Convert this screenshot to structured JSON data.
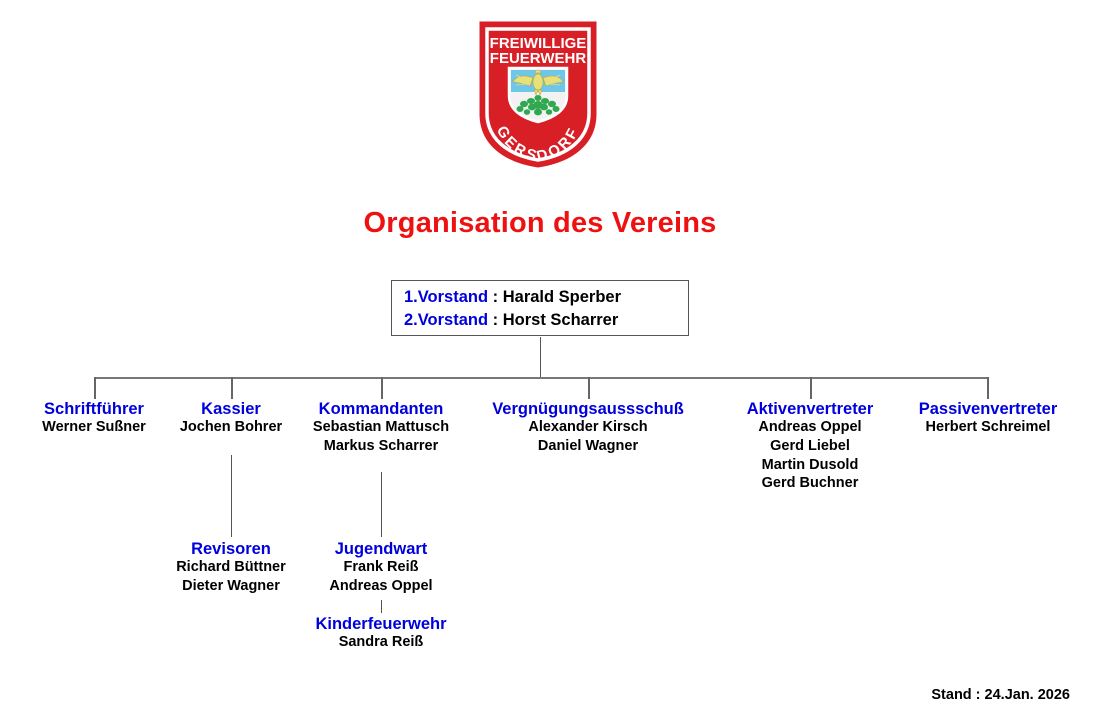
{
  "logo": {
    "name": "freiwillige-feuerwehr-gersdorf-crest",
    "line1": "FREIWILLIGE",
    "line2": "FEUERWEHR",
    "arc_text": "GERSDORF",
    "colors": {
      "shield_red": "#d81f26",
      "shield_inner_red": "#d81f26",
      "crest_blue": "#6ec6e8",
      "crest_eagle": "#e8e07a",
      "crest_leaf_green": "#2fa84f",
      "crest_white": "#f2f2f2",
      "outline_white": "#ffffff"
    }
  },
  "title": "Organisation des Vereins",
  "root": {
    "rows": [
      {
        "label": "1.Vorstand",
        "separator": ":",
        "name": "Harald Sperber"
      },
      {
        "label": "2.Vorstand",
        "separator": ":",
        "name": "Horst Scharrer"
      }
    ]
  },
  "branches": [
    {
      "title": "Schriftführer",
      "members": [
        "Werner Sußner"
      ]
    },
    {
      "title": "Kassier",
      "members": [
        "Jochen Bohrer"
      ]
    },
    {
      "title": "Kommandanten",
      "members": [
        "Sebastian Mattusch",
        "Markus Scharrer"
      ]
    },
    {
      "title": "Vergnügungsaussschuß",
      "members": [
        "Alexander Kirsch",
        "Daniel Wagner"
      ]
    },
    {
      "title": "Aktivenvertreter",
      "members": [
        "Andreas Oppel",
        "Gerd Liebel",
        "Martin Dusold",
        "Gerd Buchner"
      ]
    },
    {
      "title": "Passivenvertreter",
      "members": [
        "Herbert Schreimel"
      ]
    }
  ],
  "sub_branches": [
    {
      "title": "Revisoren",
      "members": [
        "Richard Büttner",
        "Dieter Wagner"
      ],
      "parent": "Kassier"
    },
    {
      "title": "Jugendwart",
      "members": [
        "Frank Reiß",
        "Andreas Oppel"
      ],
      "parent": "Kommandanten"
    },
    {
      "title": "Kinderfeuerwehr",
      "members": [
        "Sandra Reiß"
      ],
      "parent": "Jugendwart"
    }
  ],
  "stamp": "Stand : 24.Jan. 2026",
  "colors": {
    "title_red": "#ee1111",
    "node_title_blue": "#0000dd",
    "node_member_black": "#000000",
    "connector_gray": "#777777",
    "box_border": "#555555"
  }
}
